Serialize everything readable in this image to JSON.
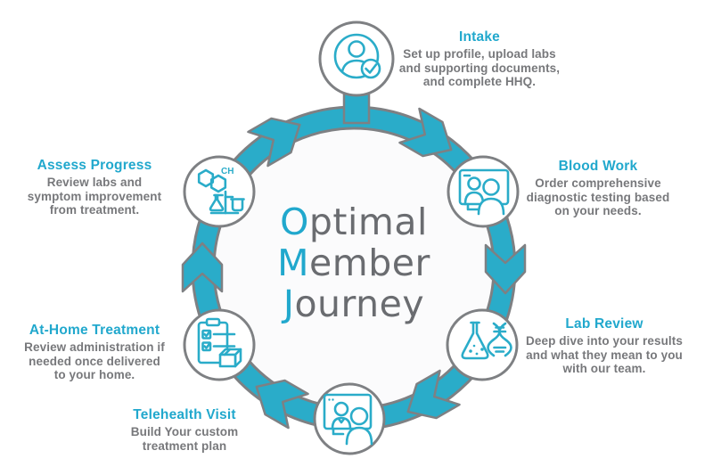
{
  "title": {
    "lines": [
      {
        "highlight": "O",
        "rest": "ptimal"
      },
      {
        "highlight": "M",
        "rest": "ember"
      },
      {
        "highlight": "J",
        "rest": "ourney"
      }
    ]
  },
  "colors": {
    "teal": "#2AACC9",
    "heading_teal": "#21A8CD",
    "title_gray": "#6A6C70",
    "body_gray": "#77787B",
    "outline_gray": "#7E8083"
  },
  "steps": [
    {
      "id": "intake",
      "label": "Intake",
      "description": [
        "Set up profile, upload labs",
        "and supporting documents,",
        "and complete HHQ."
      ],
      "icon": "person-check-icon"
    },
    {
      "id": "blood-work",
      "label": "Blood Work",
      "description": [
        "Order comprehensive",
        "diagnostic testing based",
        "on your needs."
      ],
      "icon": "screen-people-icon"
    },
    {
      "id": "lab-review",
      "label": "Lab Review",
      "description": [
        "Deep dive into your results",
        "and what they mean to you",
        "with our team."
      ],
      "icon": "flask-dna-icon"
    },
    {
      "id": "telehealth-visit",
      "label": "Telehealth Visit",
      "description": [
        "Build Your custom",
        "treatment plan"
      ],
      "icon": "video-doctor-icon"
    },
    {
      "id": "at-home-treatment",
      "label": "At-Home Treatment",
      "description": [
        "Review administration if",
        "needed once delivered",
        "to your home."
      ],
      "icon": "checklist-package-icon"
    },
    {
      "id": "assess-progress",
      "label": "Assess Progress",
      "description": [
        "Review labs and",
        "symptom improvement",
        "from treatment."
      ],
      "icon": "chemistry-molecule-icon",
      "icon_text": "CH"
    }
  ]
}
